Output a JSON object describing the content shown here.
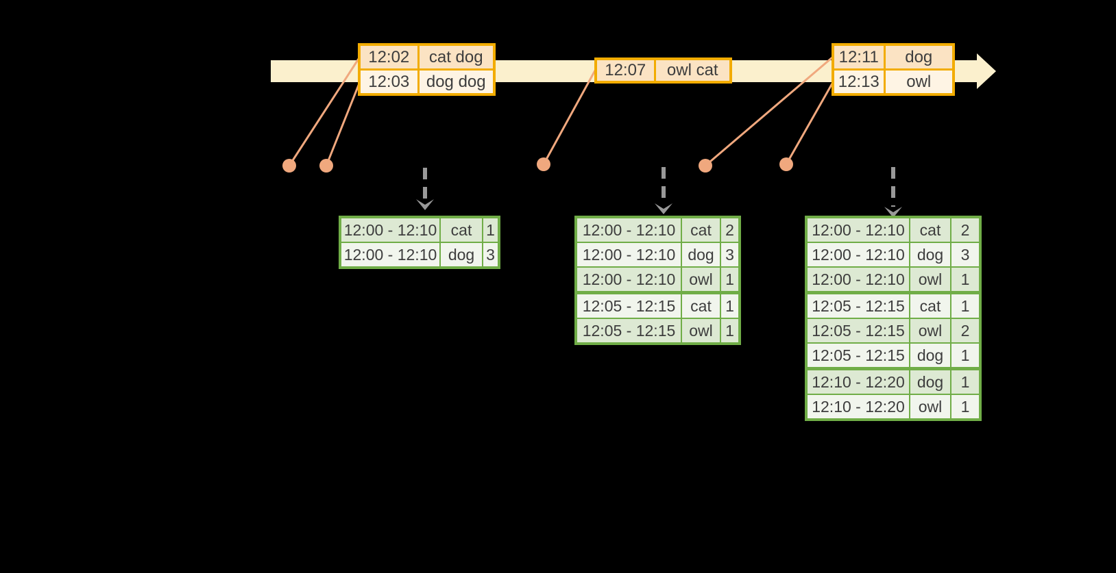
{
  "colors": {
    "background": "#000000",
    "timeline_band": "#FBF0CD",
    "input_table_border": "#F2AC00",
    "input_row_dark": "#FBE3C3",
    "input_row_light": "#FEF4E4",
    "connector_line": "#F0A87E",
    "trigger_arrow_gray": "#999999",
    "result_table_border": "#70AD47",
    "result_row_dark": "#DDE9D3",
    "result_row_light": "#F1F5ED",
    "cell_text": "#3D3D3D"
  },
  "icons": {
    "timeline_arrow": "→",
    "trigger_arrow": "↓",
    "event_dot": "●"
  },
  "input_tables": [
    {
      "rows": [
        {
          "time": "12:02",
          "words": "cat dog"
        },
        {
          "time": "12:03",
          "words": "dog dog"
        }
      ]
    },
    {
      "rows": [
        {
          "time": "12:07",
          "words": "owl cat"
        }
      ]
    },
    {
      "rows": [
        {
          "time": "12:11",
          "words": "dog"
        },
        {
          "time": "12:13",
          "words": "owl"
        }
      ]
    }
  ],
  "result_tables": [
    {
      "rows": [
        {
          "window": "12:00 - 12:10",
          "word": "cat",
          "count": "1"
        },
        {
          "window": "12:00 - 12:10",
          "word": "dog",
          "count": "3"
        }
      ]
    },
    {
      "rows": [
        {
          "window": "12:00 - 12:10",
          "word": "cat",
          "count": "2"
        },
        {
          "window": "12:00 - 12:10",
          "word": "dog",
          "count": "3"
        },
        {
          "window": "12:00 - 12:10",
          "word": "owl",
          "count": "1"
        },
        {
          "window": "12:05 - 12:15",
          "word": "cat",
          "count": "1"
        },
        {
          "window": "12:05 - 12:15",
          "word": "owl",
          "count": "1"
        }
      ]
    },
    {
      "rows": [
        {
          "window": "12:00 - 12:10",
          "word": "cat",
          "count": "2"
        },
        {
          "window": "12:00 - 12:10",
          "word": "dog",
          "count": "3"
        },
        {
          "window": "12:00 - 12:10",
          "word": "owl",
          "count": "1"
        },
        {
          "window": "12:05 - 12:15",
          "word": "cat",
          "count": "1"
        },
        {
          "window": "12:05 - 12:15",
          "word": "owl",
          "count": "2"
        },
        {
          "window": "12:05 - 12:15",
          "word": "dog",
          "count": "1"
        },
        {
          "window": "12:10 - 12:20",
          "word": "dog",
          "count": "1"
        },
        {
          "window": "12:10 - 12:20",
          "word": "owl",
          "count": "1"
        }
      ]
    }
  ]
}
